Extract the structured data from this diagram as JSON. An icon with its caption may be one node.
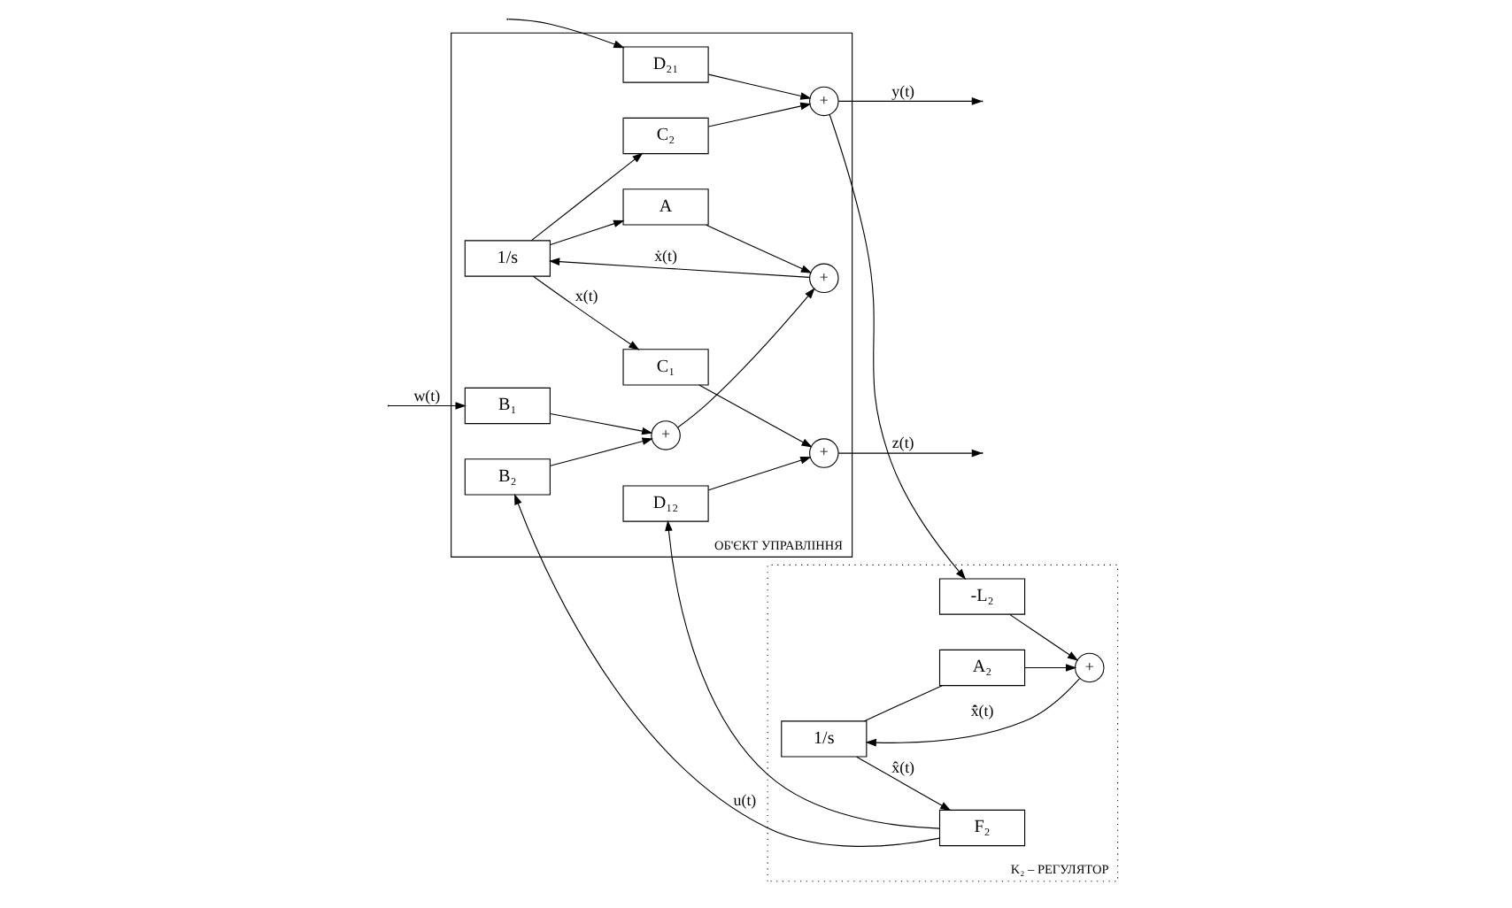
{
  "diagram": {
    "nodes": [
      {
        "text": [
          "ОБ'ЄКТ УПРАВЛІННЯ"
        ]
      },
      {
        "text": [
          "D₂₁"
        ],
        "in": 0
      },
      {
        "text": [
          "B₁"
        ],
        "in": 0
      },
      {
        "text": [
          "B₂"
        ],
        "in": 0
      },
      {
        "text": [
          "D₁₂"
        ],
        "in": 0
      },
      {
        "text": [
          "+"
        ],
        "in": 0
      },
      {
        "text": [
          "+"
        ],
        "in": 0
      },
      {
        "text": [
          "1/s"
        ],
        "in": 0
      },
      {
        "text": [
          "A"
        ],
        "in": 0
      },
      {
        "text": [
          "C₁"
        ],
        "in": 0
      },
      {
        "text": [
          "C₂"
        ],
        "in": 0
      },
      {
        "text": [
          "+"
        ],
        "in": 0
      },
      {
        "text": [
          "+"
        ],
        "in": 0
      },
      {
        "text": [
          "K₂ – РЕГУЛЯТОР"
        ]
      },
      {
        "text": [
          "F₂"
        ],
        "in": 13
      },
      {
        "text": [
          "1/s"
        ],
        "in": 13
      },
      {
        "text": [
          "+"
        ],
        "in": 13
      },
      {
        "text": [
          "-L₂"
        ],
        "in": 13
      },
      {
        "text": [
          "A₂"
        ],
        "in": 13
      }
    ],
    "edges": [
      {
        "from": null,
        "to": 1,
        "arrow": "to"
      },
      {
        "from": null,
        "to": 2,
        "arrow": "to",
        "label": "w(t)"
      },
      {
        "from": 14,
        "to": 3,
        "arrow": "to",
        "label": "u(t)"
      },
      {
        "from": 14,
        "to": 4,
        "arrow": "to"
      },
      {
        "from": 2,
        "to": 5,
        "arrow": "to"
      },
      {
        "from": 3,
        "to": 5,
        "arrow": "to"
      },
      {
        "from": 5,
        "to": 6,
        "arrow": "to"
      },
      {
        "from": 6,
        "to": 7,
        "arrow": "to",
        "label": "ẋ(t)"
      },
      {
        "from": 7,
        "to": 9,
        "arrow": "to",
        "label": "x(t)"
      },
      {
        "from": 7,
        "to": 10,
        "arrow": "to"
      },
      {
        "from": 7,
        "to": 8,
        "arrow": "to"
      },
      {
        "from": 8,
        "to": 6,
        "arrow": "to"
      },
      {
        "from": 9,
        "to": 11,
        "arrow": "to"
      },
      {
        "from": 4,
        "to": 11,
        "arrow": "to"
      },
      {
        "from": 11,
        "to": null,
        "arrow": "to",
        "label": "z(t)"
      },
      {
        "from": 1,
        "to": 12,
        "arrow": "to"
      },
      {
        "from": 10,
        "to": 12,
        "arrow": "to"
      },
      {
        "from": 12,
        "to": null,
        "arrow": "to",
        "label": "y(t)"
      },
      {
        "from": 12,
        "to": 17,
        "arrow": "to"
      },
      {
        "from": 17,
        "to": 16,
        "arrow": "to"
      },
      {
        "from": 16,
        "to": 15,
        "arrow": "to",
        "label": "x̂̇(t)"
      },
      {
        "from": 15,
        "to": 14,
        "arrow": "to",
        "label": "x̂(t)"
      },
      {
        "from": 15,
        "to": 18,
        "arrow": "none"
      },
      {
        "from": 18,
        "to": 16,
        "arrow": "to"
      }
    ]
  }
}
